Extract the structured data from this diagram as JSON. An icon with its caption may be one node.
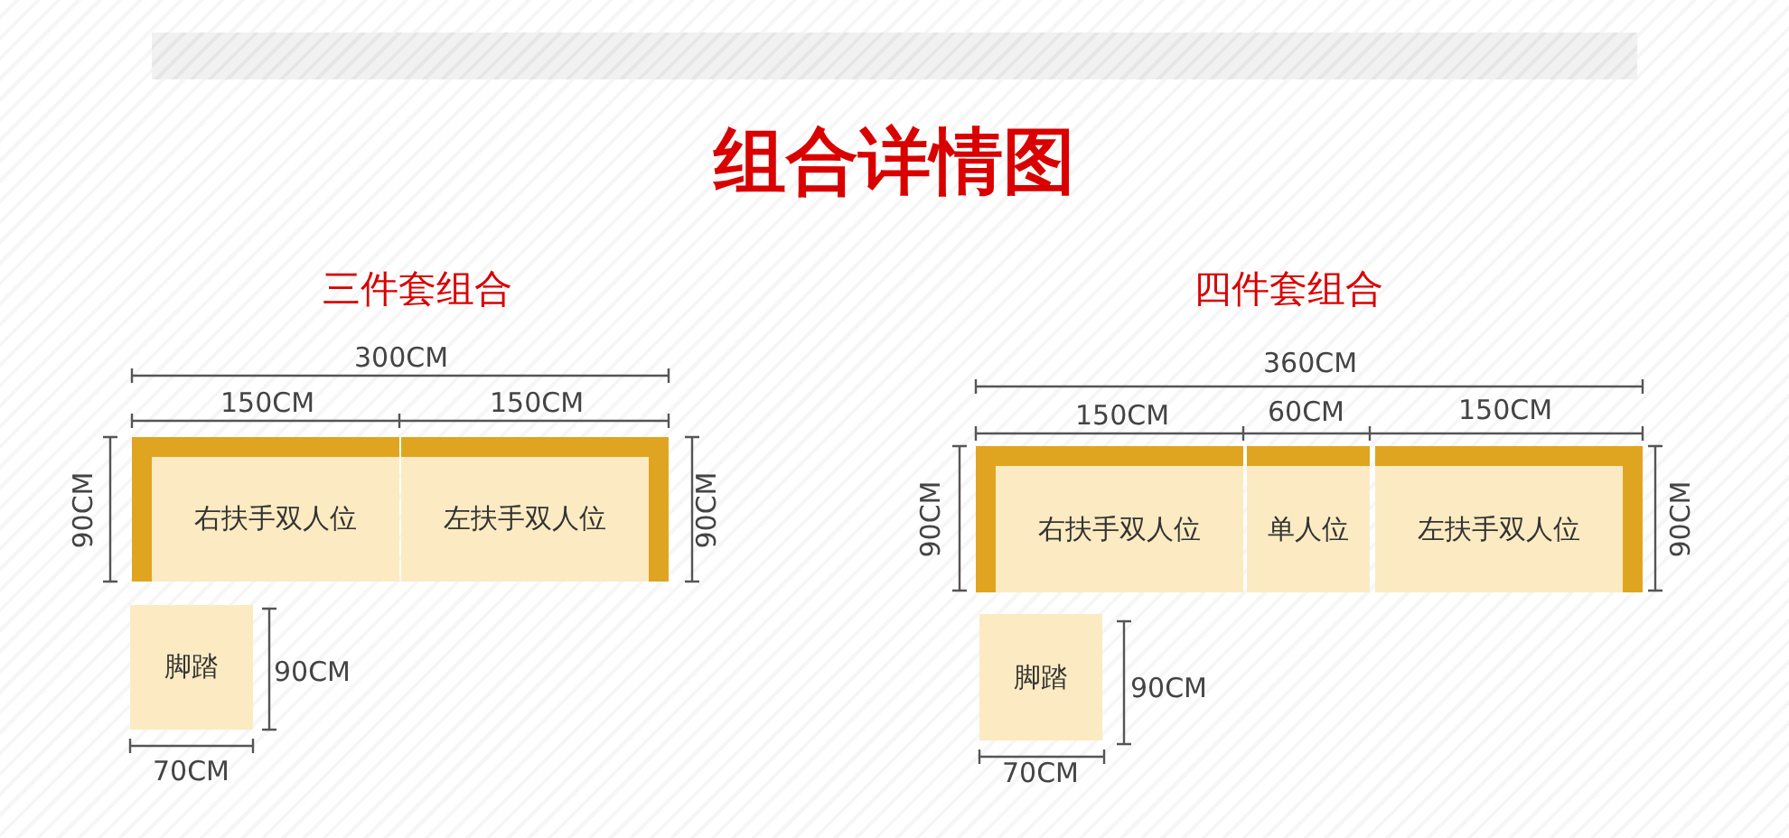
{
  "diagram": {
    "title": "组合详情图",
    "nodes": [
      {
        "text": [
          "右扶手双人位"
        ]
      },
      {
        "text": [
          "左扶手双人位"
        ]
      },
      {
        "text": [
          "脚踏"
        ]
      },
      {
        "text": [
          "右扶手双人位"
        ]
      },
      {
        "text": [
          "单人位"
        ]
      },
      {
        "text": [
          "左扶手双人位"
        ]
      },
      {
        "text": [
          "脚踏"
        ]
      }
    ],
    "edges": [],
    "labels": [
      "三件套组合",
      "四件套组合",
      "300CM",
      "150CM",
      "150CM",
      "90CM",
      "90CM",
      "90CM",
      "70CM",
      "360CM",
      "150CM",
      "60CM",
      "150CM",
      "90CM",
      "90CM",
      "90CM",
      "70CM"
    ]
  }
}
